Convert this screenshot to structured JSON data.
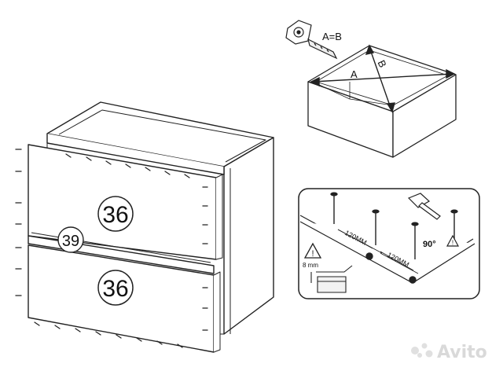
{
  "cabinet": {
    "upper_drawer_part": "36",
    "lower_drawer_part": "36",
    "rail_part": "39"
  },
  "diagonal_check": {
    "equation": "A=B",
    "diagonal_a": "A",
    "diagonal_b": "B"
  },
  "nailing_detail": {
    "spacing_1": "120MM",
    "spacing_2": "120MM",
    "angle": "90°",
    "depth": "8 mm"
  },
  "watermark": {
    "brand": "Avito"
  }
}
